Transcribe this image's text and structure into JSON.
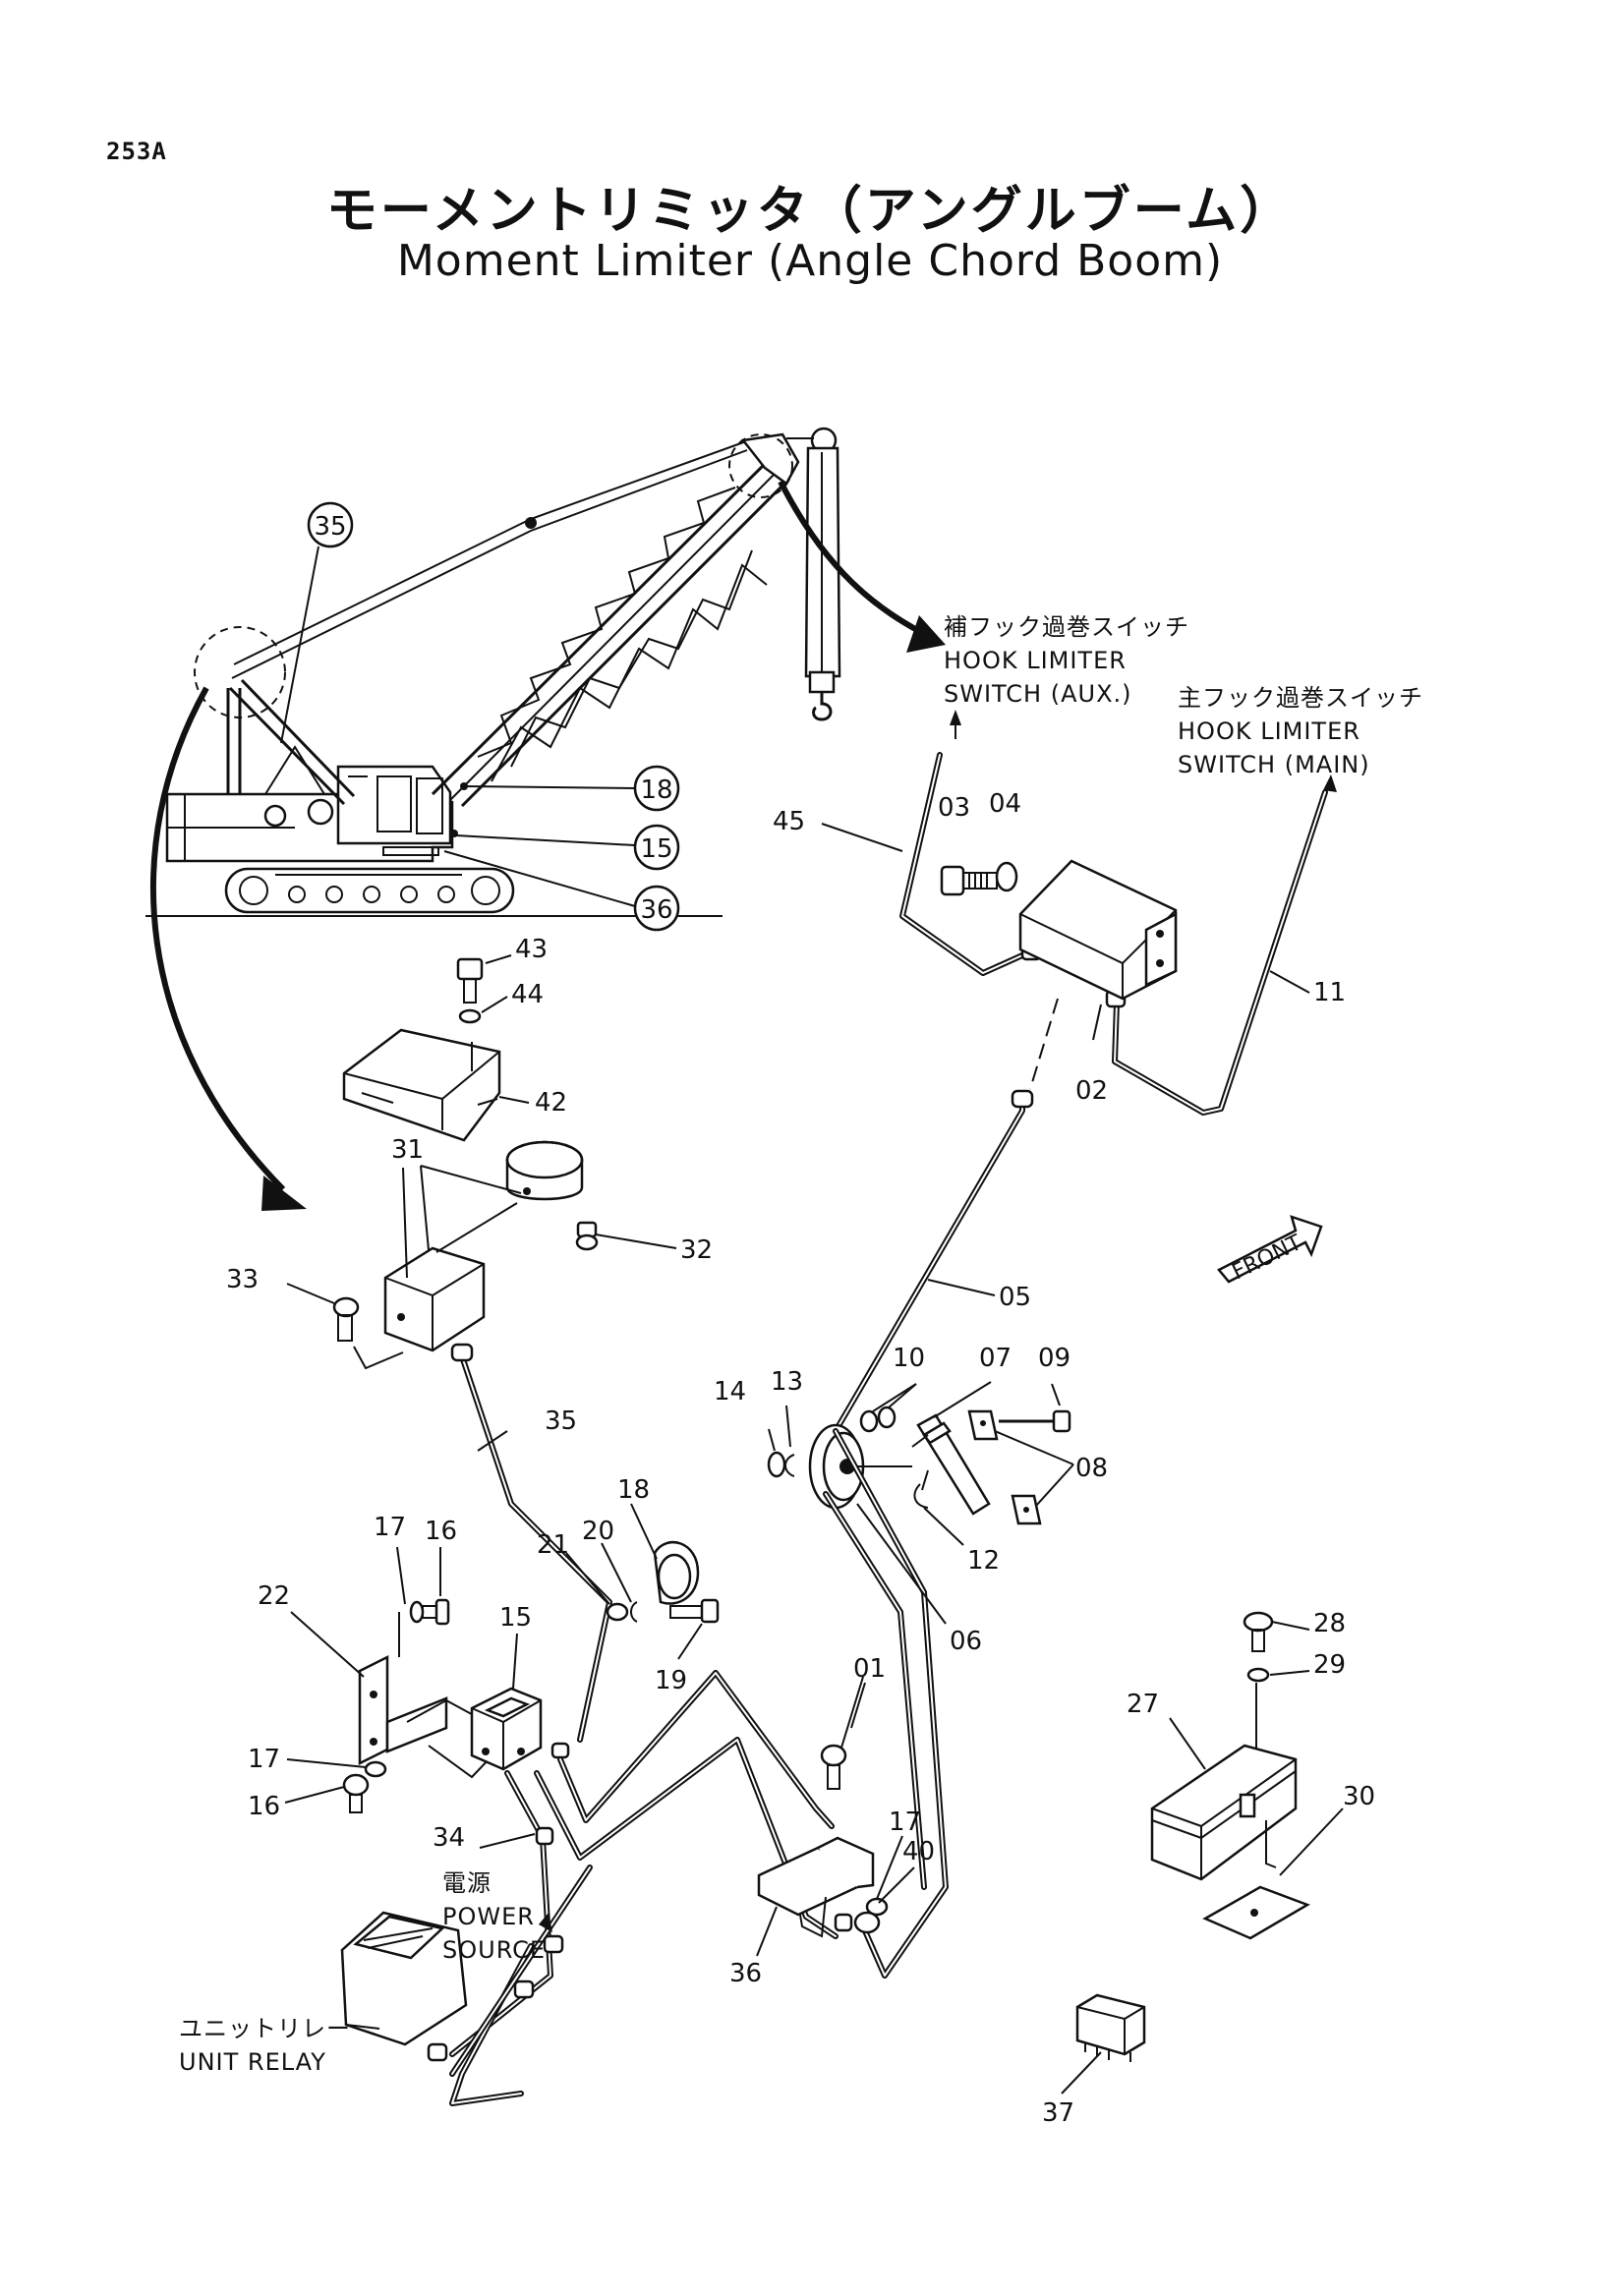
{
  "page_number": "253A",
  "title_jp": "モーメントリミッタ（アングルブーム）",
  "title_en": "Moment Limiter (Angle Chord Boom)",
  "notes": {
    "hook_aux_jp": "補フック過巻スイッチ",
    "hook_aux_1": "HOOK LIMITER",
    "hook_aux_2": "SWITCH (AUX.)",
    "hook_main_jp": "主フック過巻スイッチ",
    "hook_main_1": "HOOK LIMITER",
    "hook_main_2": "SWITCH (MAIN)",
    "power_jp": "電源",
    "power_1": "POWER",
    "power_2": "SOURCE",
    "unit_relay_jp": "ユニットリレー",
    "unit_relay": "UNIT RELAY",
    "front": "FRONT"
  },
  "callouts": {
    "c35": "35",
    "c18": "18",
    "c15": "15",
    "c36": "36"
  },
  "parts": {
    "p45": "45",
    "p03": "03",
    "p04": "04",
    "p11": "11",
    "p02": "02",
    "p43": "43",
    "p44": "44",
    "p42": "42",
    "p31": "31",
    "p32": "32",
    "p33": "33",
    "p05": "05",
    "p35": "35",
    "p14": "14",
    "p13": "13",
    "p10": "10",
    "p07": "07",
    "p09": "09",
    "p08": "08",
    "p12": "12",
    "p06": "06",
    "p18": "18",
    "p21": "21",
    "p20": "20",
    "p19": "19",
    "p17a": "17",
    "p16a": "16",
    "p22": "22",
    "p15": "15",
    "p17b": "17",
    "p16b": "16",
    "p01": "01",
    "p34": "34",
    "p17c": "17",
    "p40": "40",
    "p36": "36",
    "p28": "28",
    "p29": "29",
    "p27": "27",
    "p30": "30",
    "p37": "37"
  }
}
